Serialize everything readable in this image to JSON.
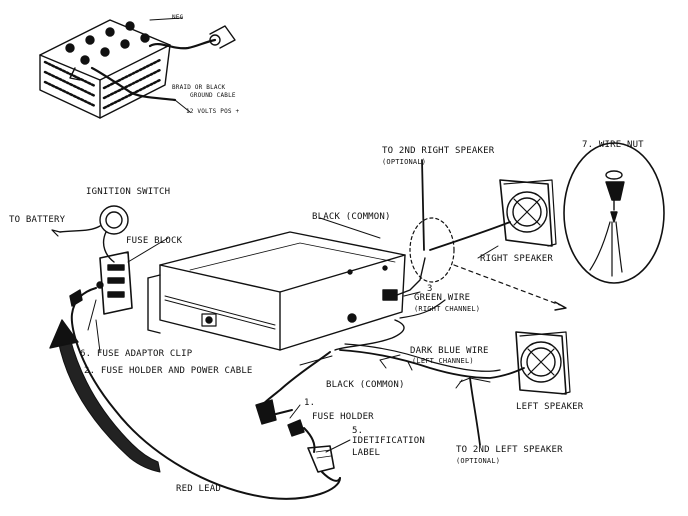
{
  "battery": {
    "neg": "NEG",
    "ground_cable_line1": "BRAID OR BLACK",
    "ground_cable_line2": "GROUND CABLE",
    "pos": "12 VOLTS POS +"
  },
  "labels": {
    "to_2nd_right_speaker": "TO 2ND RIGHT SPEAKER",
    "optional_right": "(OPTIONAL)",
    "wire_nut": "7. WIRE NUT",
    "ignition_switch": "IGNITION SWITCH",
    "to_battery": "TO BATTERY",
    "black_common_top": "BLACK (COMMON)",
    "fuse_block": "FUSE BLOCK",
    "right_speaker": "RIGHT SPEAKER",
    "green_wire_num": "3",
    "green_wire": "GREEN WIRE",
    "right_channel": "(RIGHT CHANNEL)",
    "fuse_adaptor_clip": "6. FUSE ADAPTOR CLIP",
    "dark_blue_wire": "DARK BLUE WIRE",
    "left_channel": "(LEFT CHANNEL)",
    "fuse_holder_power_cable": "2. FUSE HOLDER AND POWER CABLE",
    "black_common_bottom": "BLACK (COMMON)",
    "left_speaker": "LEFT SPEAKER",
    "fuse_holder_num": "1.",
    "fuse_holder": "FUSE HOLDER",
    "ident_num": "5.",
    "ident_label_line1": "IDETIFICATION",
    "ident_label_line2": "LABEL",
    "to_2nd_left_speaker": "TO 2ND LEFT SPEAKER",
    "optional_left": "(OPTIONAL)",
    "red_lead": "RED LEAD"
  },
  "colors": {
    "ink": "#111111",
    "paper": "#ffffff"
  }
}
